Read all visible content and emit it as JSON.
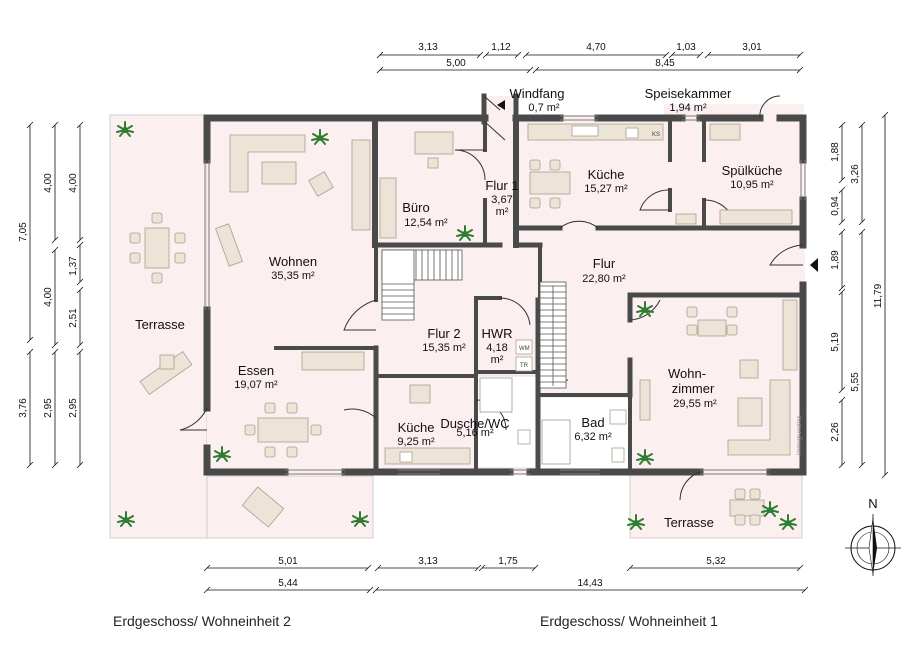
{
  "rooms": [
    {
      "id": "windfang",
      "name": "Windfang",
      "area": "0,7 m²"
    },
    {
      "id": "speisekammer",
      "name": "Speisekammer",
      "area": "1,94 m²"
    },
    {
      "id": "wohnen",
      "name": "Wohnen",
      "area": "35,35 m²"
    },
    {
      "id": "buero",
      "name": "Büro",
      "area": "12,54 m²"
    },
    {
      "id": "flur1",
      "name": "Flur 1",
      "area_line1": "3,67",
      "area_line2": "m²"
    },
    {
      "id": "kueche1",
      "name": "Küche",
      "area": "15,27 m²"
    },
    {
      "id": "spuelkueche",
      "name": "Spülküche",
      "area": "10,95 m²"
    },
    {
      "id": "terrasse_west",
      "name": "Terrasse"
    },
    {
      "id": "flur",
      "name": "Flur",
      "area": "22,80 m²"
    },
    {
      "id": "flur2",
      "name": "Flur 2",
      "area": "15,35 m²"
    },
    {
      "id": "hwr",
      "name": "HWR",
      "area_line1": "4,18",
      "area_line2": "m²"
    },
    {
      "id": "essen",
      "name": "Essen",
      "area": "19,07 m²"
    },
    {
      "id": "kueche2",
      "name": "Küche",
      "area": "9,25 m²"
    },
    {
      "id": "dusche",
      "name": "Dusche/WC",
      "area": "5,16 m²"
    },
    {
      "id": "bad",
      "name": "Bad",
      "area": "6,32 m²"
    },
    {
      "id": "wohnzimmer",
      "name_line1": "Wohn-",
      "name_line2": "zimmer",
      "area": "29,55 m²"
    },
    {
      "id": "terrasse_ost",
      "name": "Terrasse"
    }
  ],
  "appliance_labels": {
    "ks": "KS",
    "wm": "WM",
    "tr": "TR"
  },
  "dimensions": {
    "top_row1": [
      "3,13",
      "1,12",
      "4,70",
      "1,03",
      "3,01"
    ],
    "top_row2": [
      "5,00",
      "8,45"
    ],
    "left_col1": [
      "7,05",
      "3,76"
    ],
    "left_col2": [
      "4,00",
      "4,00",
      "2,95"
    ],
    "left_col3": [
      "4,00",
      "1,37",
      "2,51",
      "2,95"
    ],
    "right_col1": [
      "1,88",
      "0,94",
      "1,89",
      "5,19",
      "2,26"
    ],
    "right_col2": [
      "3,26",
      "5,55"
    ],
    "right_col3": [
      "11,79"
    ],
    "bottom_row1": [
      "5,01",
      "3,13",
      "1,75",
      "5,32"
    ],
    "bottom_row2": [
      "5,44",
      "14,43"
    ]
  },
  "compass": {
    "label": "N"
  },
  "captions": {
    "left": "Erdgeschoss/ Wohneinheit 2",
    "right": "Erdgeschoss/ Wohneinheit 1"
  },
  "watermark": "immogrundriss",
  "colors": {
    "wall": "#4a4a4a",
    "floor": "#fbeff0",
    "furniture": "#ece4d6",
    "furniture_stroke": "#a8a090",
    "plant": "#2f7d32"
  }
}
